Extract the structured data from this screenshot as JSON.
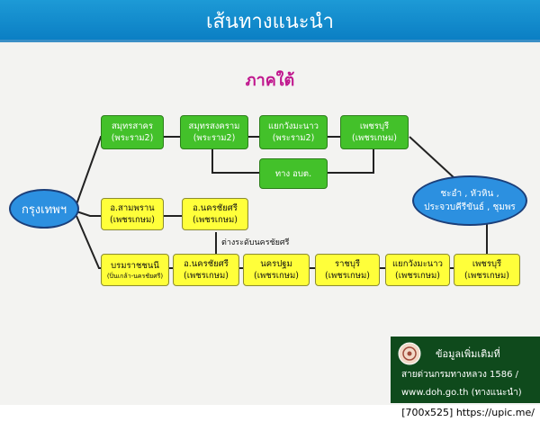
{
  "banner": {
    "title": "เส้นทางแนะนำ"
  },
  "section_title": "ภาคใต้",
  "colors": {
    "banner": "#0b7fc4",
    "green_node": "#43c12a",
    "yellow_node": "#ffff3a",
    "ellipse": "#2c90e0",
    "section_title": "#c0178e",
    "info_box": "#0f4a1c"
  },
  "nodes": {
    "bangkok": "กรุงเทพฯ",
    "destination": {
      "line1": "ชะอำ , หัวหิน ,",
      "line2": "ประจวบคีรีขันธ์ , ชุมพร"
    },
    "green": [
      {
        "name": "สมุทรสาคร",
        "road": "(พระราม2)"
      },
      {
        "name": "สมุทรสงคราม",
        "road": "(พระราม2)"
      },
      {
        "name": "แยกวังมะนาว",
        "road": "(พระราม2)"
      },
      {
        "name": "เพชรบุรี",
        "road": "(เพชรเกษม)"
      },
      {
        "name": "ทาง อบต.",
        "road": ""
      }
    ],
    "middle": [
      {
        "name": "อ.สามพราน",
        "road": "(เพชรเกษม)"
      },
      {
        "name": "อ.นครชัยศรี",
        "road": "(เพชรเกษม)"
      }
    ],
    "bottom": [
      {
        "name": "บรมราชชนนี",
        "road": "(ปิ่นเกล้า-นครชัยศรี)"
      },
      {
        "name": "อ.นครชัยศรี",
        "road": "(เพชรเกษม)"
      },
      {
        "name": "นครปฐม",
        "road": "(เพชรเกษม)"
      },
      {
        "name": "ราชบุรี",
        "road": "(เพชรเกษม)"
      },
      {
        "name": "แยกวังมะนาว",
        "road": "(เพชรเกษม)"
      },
      {
        "name": "เพชรบุรี",
        "road": "(เพชรเกษม)"
      }
    ]
  },
  "note": "ต่างระดับนครชัยศรี",
  "info": {
    "line1": "ข้อมูลเพิ่มเติมที่",
    "line2": "สายด่วนกรมทางหลวง 1586 /",
    "line3": "www.doh.go.th (ทางแนะนำ)"
  },
  "footer": "[700x525] https://upic.me/"
}
